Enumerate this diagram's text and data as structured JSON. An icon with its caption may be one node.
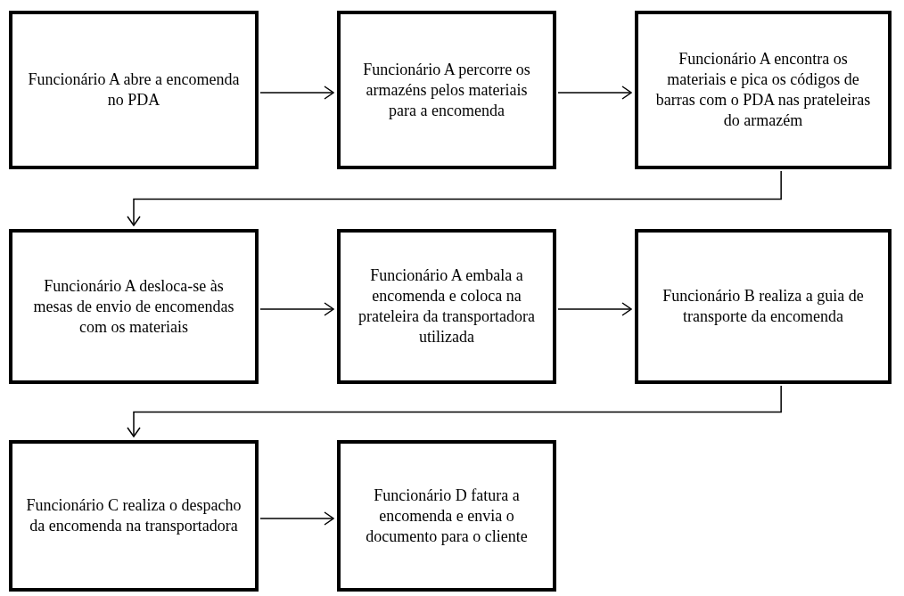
{
  "diagram": {
    "nodes": [
      {
        "text": [
          "Funcionário A abre a encomenda no PDA"
        ]
      },
      {
        "text": [
          "Funcionário A percorre os armazéns pelos materiais para a encomenda"
        ]
      },
      {
        "text": [
          "Funcionário A encontra os materiais e pica os códigos de barras com o PDA nas prateleiras do armazém"
        ]
      },
      {
        "text": [
          "Funcionário A desloca-se às mesas de envio de encomendas com os materiais"
        ]
      },
      {
        "text": [
          "Funcionário A embala a encomenda e coloca na prateleira da transportadora utilizada"
        ]
      },
      {
        "text": [
          "Funcionário B realiza a guia de transporte da encomenda"
        ]
      },
      {
        "text": [
          "Funcionário C realiza o despacho da encomenda na transportadora"
        ]
      },
      {
        "text": [
          "Funcionário D fatura a encomenda e envia o documento para o cliente"
        ]
      }
    ],
    "edges": [
      {
        "from": 0,
        "to": 1,
        "arrow": "to"
      },
      {
        "from": 1,
        "to": 2,
        "arrow": "to"
      },
      {
        "from": 2,
        "to": 3,
        "arrow": "to"
      },
      {
        "from": 3,
        "to": 4,
        "arrow": "to"
      },
      {
        "from": 4,
        "to": 5,
        "arrow": "to"
      },
      {
        "from": 5,
        "to": 6,
        "arrow": "to"
      },
      {
        "from": 6,
        "to": 7,
        "arrow": "to"
      }
    ]
  }
}
